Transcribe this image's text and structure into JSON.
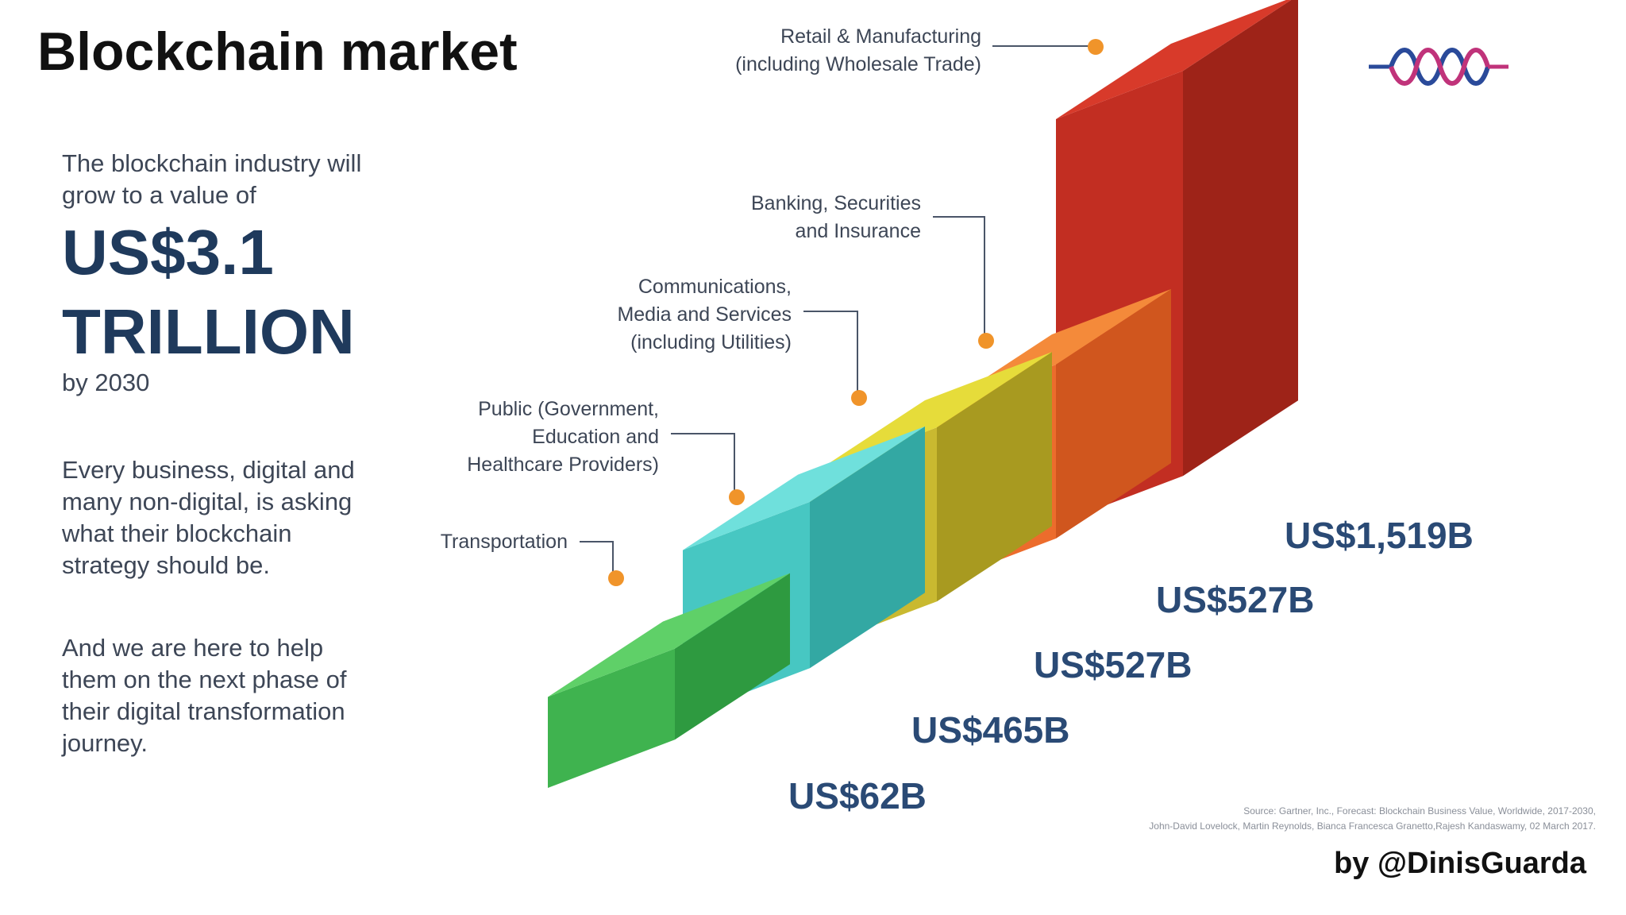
{
  "title": "Blockchain market",
  "intro": "The blockchain industry will grow to a value of",
  "headline": [
    "US$3.1",
    "TRILLION"
  ],
  "year": "by 2030",
  "para1": "Every business, digital and many non-digital, is asking what their blockchain strategy should be.",
  "para2": "And we are here to help them on the next phase of their digital transformation journey.",
  "source": [
    "Source: Gartner, Inc., Forecast: Blockchain Business Value, Worldwide, 2017-2030,",
    "John-David Lovelock, Martin Reynolds, Bianca Francesca Granetto,Rajesh Kandaswamy, 02 March 2017."
  ],
  "credit": "by @DinisGuarda",
  "colors": {
    "accent": "#f0942a",
    "value_text": "#2a4a75",
    "title": "#111111"
  },
  "icons": [
    "dna-logo-icon"
  ],
  "chart_data": {
    "type": "bar",
    "style": "isometric-staircase",
    "unit": "US$ billions",
    "categories": [
      [
        "Transportation"
      ],
      [
        "Public (Government,",
        "Education and",
        "Healthcare Providers)"
      ],
      [
        "Communications,",
        "Media and Services",
        "(including Utilities)"
      ],
      [
        "Banking, Securities",
        "and Insurance"
      ],
      [
        "Retail & Manufacturing",
        "(including Wholesale Trade)"
      ]
    ],
    "values": [
      62,
      465,
      527,
      527,
      1519
    ],
    "labels": [
      "US$62B",
      "US$465B",
      "US$527B",
      "US$527B",
      "US$1,519B"
    ],
    "bar_colors": [
      {
        "top": "#5fd068",
        "front": "#3fb34f",
        "side": "#2e9a40"
      },
      {
        "top": "#6fe0dc",
        "front": "#47c7c2",
        "side": "#33a8a3"
      },
      {
        "top": "#e6dc3a",
        "front": "#c9b930",
        "side": "#a89a20"
      },
      {
        "top": "#f48a3a",
        "front": "#ec6c2c",
        "side": "#d0561e"
      },
      {
        "top": "#d83a2a",
        "front": "#c22e22",
        "side": "#9e2318"
      }
    ]
  }
}
